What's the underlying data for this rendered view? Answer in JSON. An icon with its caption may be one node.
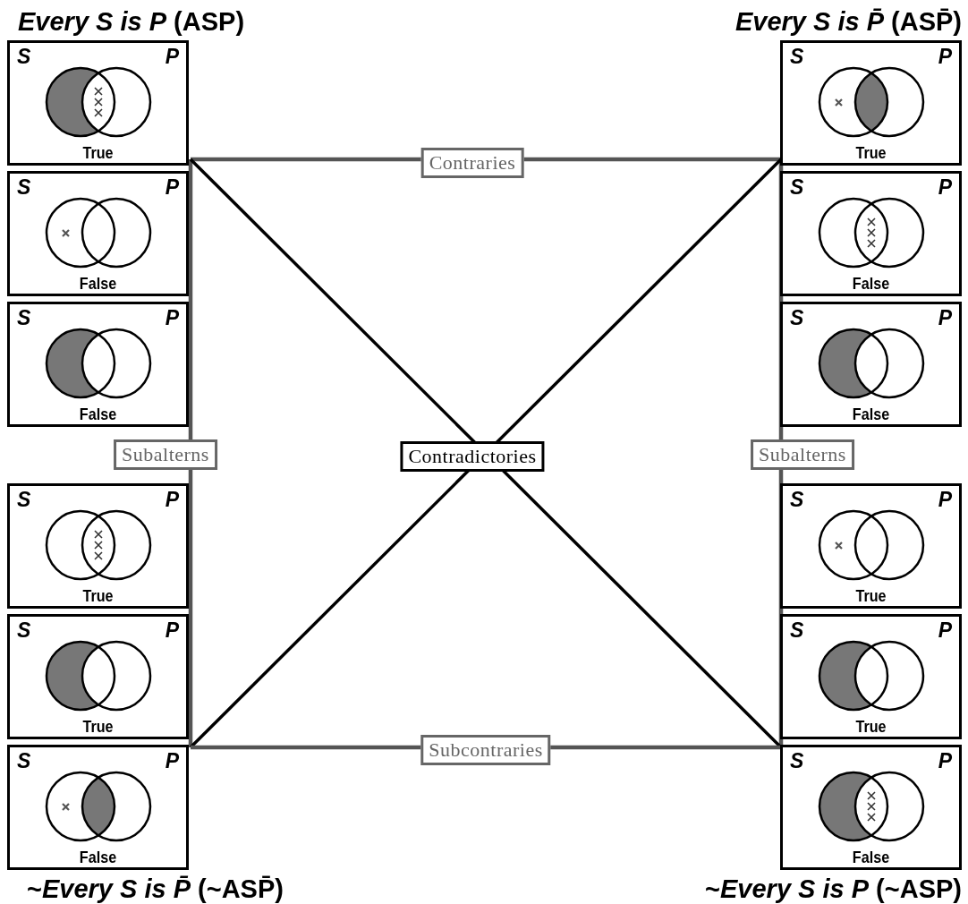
{
  "diagram": {
    "nodes": [
      {
        "text": [
          "*Every S is P* (ASP)"
        ]
      },
      {
        "text": [
          "S",
          "P",
          "True"
        ],
        "in": 0
      },
      {
        "text": [
          "S",
          "P",
          "False"
        ],
        "in": 0
      },
      {
        "text": [
          "S",
          "P",
          "False"
        ],
        "in": 0
      },
      {
        "text": [
          "*Every S is P̄* (ASP̄)"
        ]
      },
      {
        "text": [
          "S",
          "P",
          "True"
        ],
        "in": 4
      },
      {
        "text": [
          "S",
          "P",
          "False"
        ],
        "in": 4
      },
      {
        "text": [
          "S",
          "P",
          "False"
        ],
        "in": 4
      },
      {
        "text": [
          "~*Every S is P̄* (~ASP̄)"
        ]
      },
      {
        "text": [
          "S",
          "P",
          "True"
        ],
        "in": 8
      },
      {
        "text": [
          "S",
          "P",
          "True"
        ],
        "in": 8
      },
      {
        "text": [
          "S",
          "P",
          "False"
        ],
        "in": 8
      },
      {
        "text": [
          "~*Every S is P* (~ASP)"
        ]
      },
      {
        "text": [
          "S",
          "P",
          "True"
        ],
        "in": 12
      },
      {
        "text": [
          "S",
          "P",
          "True"
        ],
        "in": 12
      },
      {
        "text": [
          "S",
          "P",
          "False"
        ],
        "in": 12
      }
    ],
    "edges": [
      {
        "from": 1,
        "to": 5,
        "arrow": "none",
        "label": "Contraries"
      },
      {
        "from": 1,
        "to": 11,
        "arrow": "none",
        "label": "Subalterns"
      },
      {
        "from": 5,
        "to": 15,
        "arrow": "none",
        "label": "Subalterns"
      },
      {
        "from": 1,
        "to": 15,
        "arrow": "none",
        "label": "Contradictories",
        "color": "#000000"
      },
      {
        "from": 5,
        "to": 11,
        "arrow": "none",
        "color": "#000000"
      },
      {
        "from": 11,
        "to": 15,
        "arrow": "none",
        "label": "Subcontraries"
      }
    ]
  }
}
